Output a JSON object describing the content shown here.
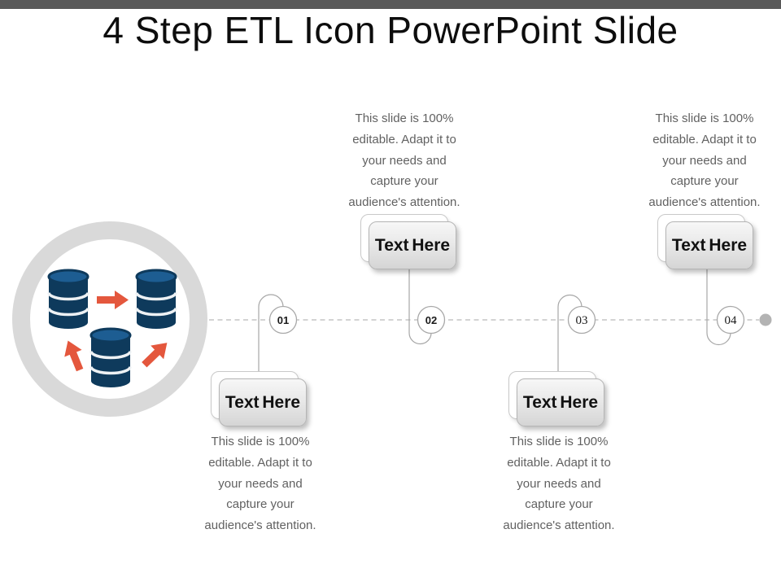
{
  "header": {
    "title": "4 Step ETL Icon PowerPoint Slide"
  },
  "colors": {
    "top_bar": "#595959",
    "title_text": "#0d0d0d",
    "ring": "#d9d9d9",
    "database_body": "#0e3a5c",
    "database_top": "#1d5d92",
    "database_separator": "#edf1f4",
    "arrow": "#e4573d",
    "timeline_line": "#b9b9b9",
    "end_dot": "#b3b3b3",
    "step_circle_border": "#a8a8a8",
    "connector": "#a6a6a6",
    "box_border": "#b5b5b5",
    "box_gradient_top": "#f7f7f7",
    "box_gradient_bottom": "#d5d5d5",
    "description_text": "#616161"
  },
  "timeline": {
    "steps": [
      {
        "number": "01",
        "box_label": "Text Here",
        "box_position": "below",
        "description_lines": [
          "This slide is 100%",
          "editable. Adapt it to",
          "your needs and",
          "capture your",
          "audience's attention."
        ]
      },
      {
        "number": "02",
        "box_label": "Text Here",
        "box_position": "above",
        "description_lines": [
          "This slide is 100%",
          "editable. Adapt it to",
          "your needs and",
          "capture your",
          "audience's attention."
        ]
      },
      {
        "number": "03",
        "box_label": "Text Here",
        "box_position": "below",
        "description_lines": [
          "This slide is 100%",
          "editable. Adapt it to",
          "your needs and",
          "capture your",
          "audience's attention."
        ]
      },
      {
        "number": "04",
        "box_label": "Text Here",
        "box_position": "above",
        "description_lines": [
          "This slide is 100%",
          "editable. Adapt it to",
          "your needs and",
          "capture your",
          "audience's attention."
        ]
      }
    ]
  }
}
